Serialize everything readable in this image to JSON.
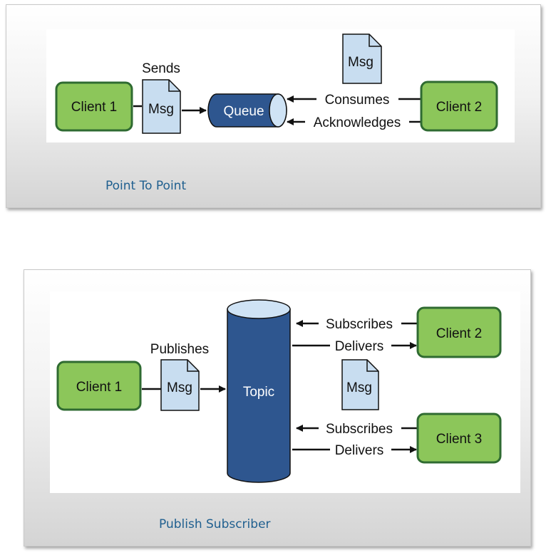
{
  "point_to_point": {
    "caption": "Point To Point",
    "client1": "Client 1",
    "client2": "Client 2",
    "sends": "Sends",
    "msg": "Msg",
    "queue": "Queue",
    "consumes": "Consumes",
    "acknowledges": "Acknowledges"
  },
  "publish_subscriber": {
    "caption": "Publish Subscriber",
    "client1": "Client 1",
    "client2": "Client 2",
    "client3": "Client 3",
    "publishes": "Publishes",
    "msg": "Msg",
    "topic": "Topic",
    "subscribes": "Subscribes",
    "delivers": "Delivers"
  },
  "colors": {
    "client_fill": "#8cc65a",
    "client_stroke": "#2f6b31",
    "msg_fill": "#c8ddf0",
    "topic_fill": "#2e568f",
    "topic_top": "#cfe3f5",
    "caption": "#1f5f8f"
  }
}
